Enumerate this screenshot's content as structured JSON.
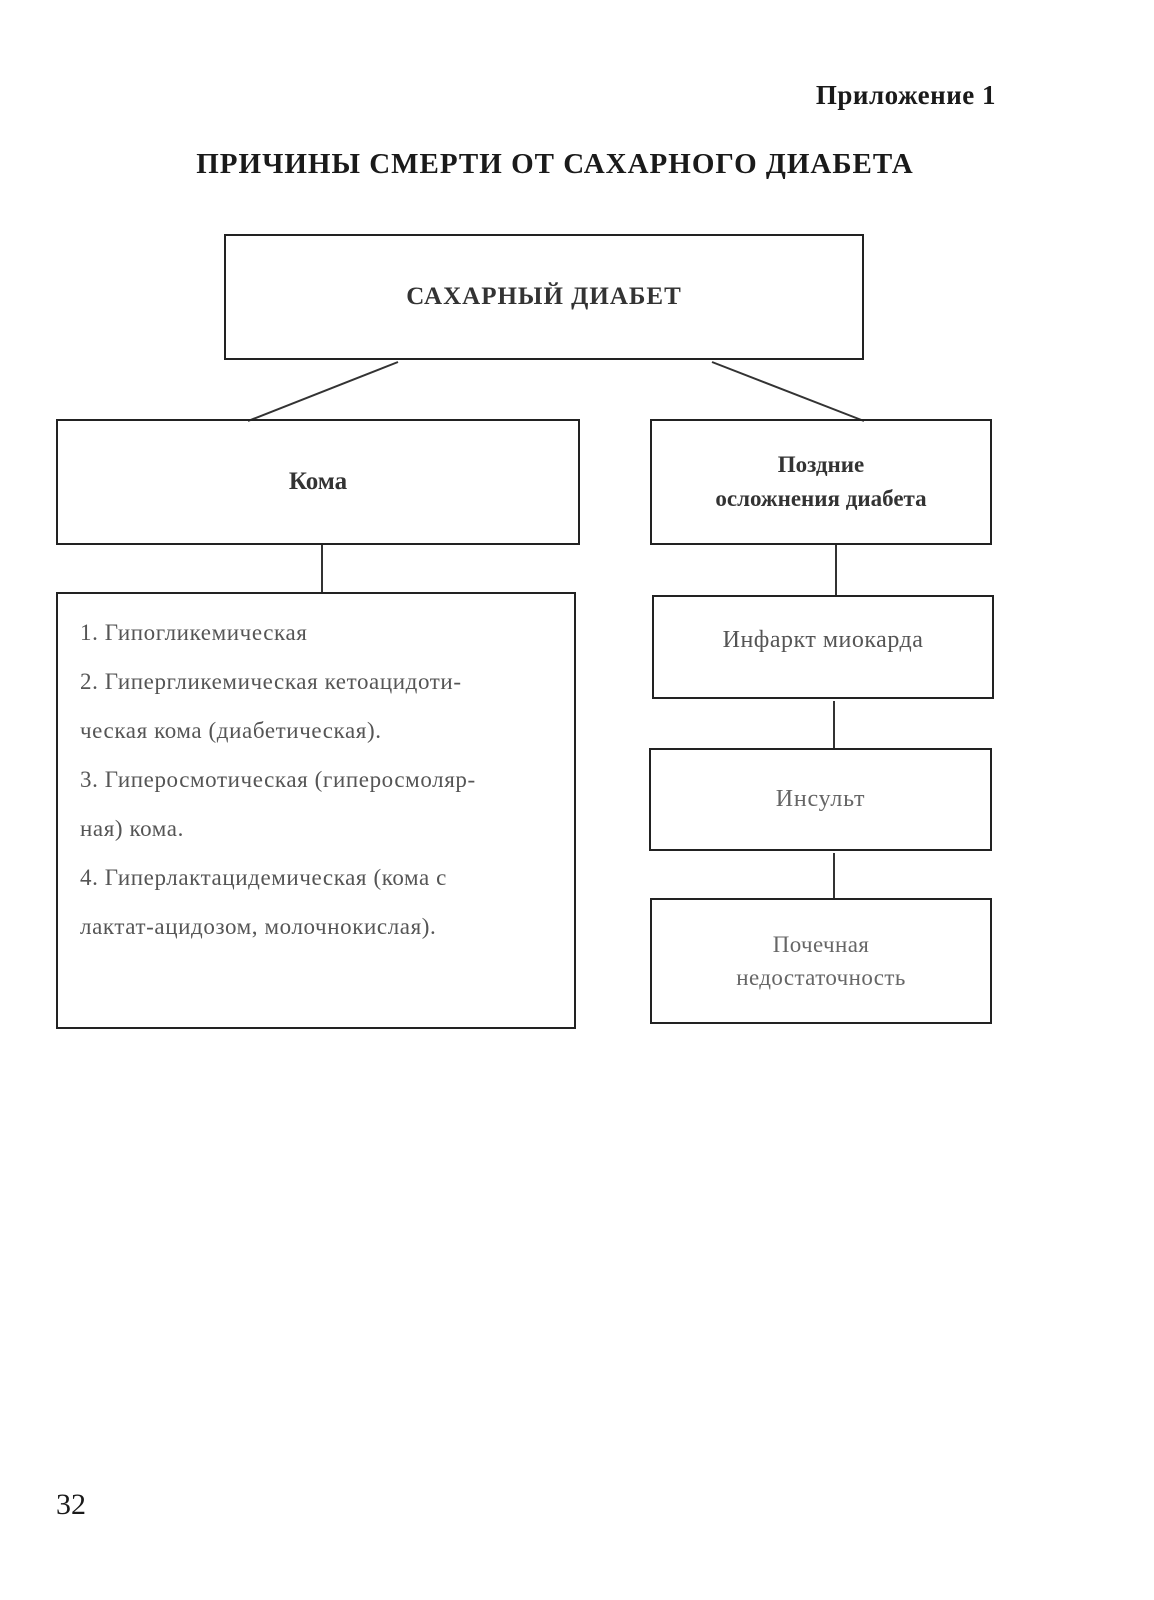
{
  "header": {
    "appendix": "Приложение 1",
    "title": "ПРИЧИНЫ СМЕРТИ ОТ САХАРНОГО ДИАБЕТА"
  },
  "diagram": {
    "root": "САХАРНЫЙ ДИАБЕТ",
    "coma": {
      "title": "Кома",
      "items": [
        "1. Гипогликемическая",
        "2. Гипергликемическая кетоацидоти-",
        "ческая кома (диабетическая).",
        "3. Гиперосмотическая (гиперосмоляр-",
        "ная) кома.",
        "4. Гиперлактацидемическая (кома с",
        "лактат-ацидозом, молочнокислая)."
      ]
    },
    "late_complications": {
      "title_line1": "Поздние",
      "title_line2": "осложнения диабета",
      "items": {
        "infarction": "Инфаркт миокарда",
        "stroke": "Инсульт",
        "renal_line1": "Почечная",
        "renal_line2": "недостаточность"
      }
    }
  },
  "footer": {
    "page_number": "32"
  }
}
